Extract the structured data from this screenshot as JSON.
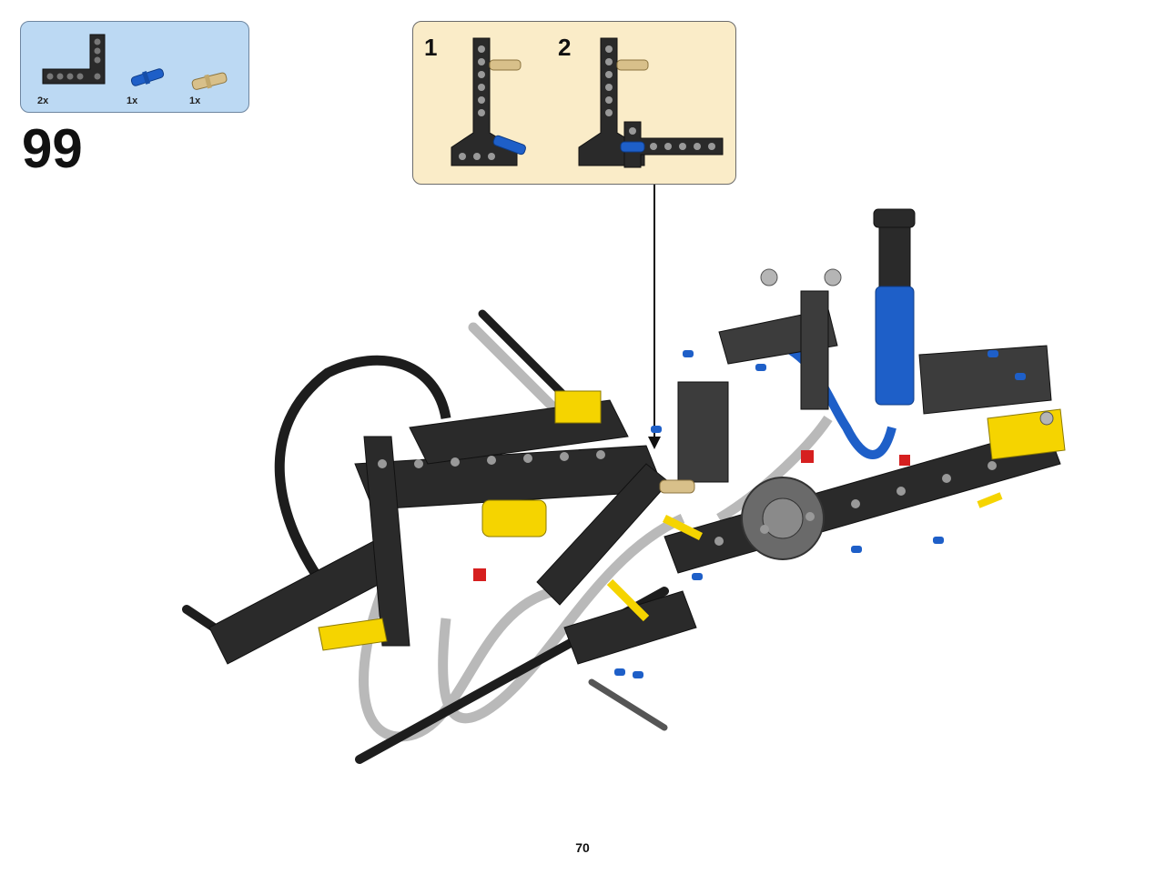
{
  "parts_list": {
    "items": [
      {
        "part": "L-shaped liftarm",
        "color": "black",
        "qty": "2x"
      },
      {
        "part": "Axle pin",
        "color": "blue",
        "qty": "1x"
      },
      {
        "part": "Axle pin with friction",
        "color": "tan",
        "qty": "1x"
      }
    ]
  },
  "step": {
    "number": "99"
  },
  "sub_assembly": {
    "steps": [
      {
        "label": "1"
      },
      {
        "label": "2"
      }
    ]
  },
  "page": {
    "number": "70"
  },
  "colors": {
    "parts_box_bg": "#bcd9f3",
    "sub_box_bg": "#faecc8",
    "black_part": "#2a2a2a",
    "yellow_part": "#f5d400",
    "blue_part": "#1e5fc8",
    "tan_part": "#d8c08a",
    "grey_part": "#a8a8a8"
  }
}
